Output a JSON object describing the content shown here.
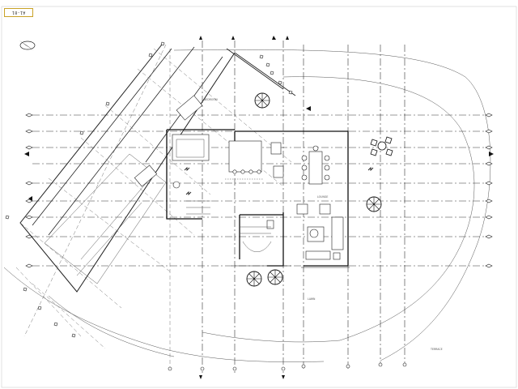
{
  "sheet": {
    "tag_label": "A1-01",
    "accent_color": "#c9a227",
    "line_color": "#222222"
  },
  "room_labels": {
    "upper_room": "BEDROOM",
    "dining_lounge": "LOUNGE",
    "patio_note": "TERRACE",
    "ground_note": "LAWN"
  },
  "icons": [
    "north-arrow-icon",
    "section-marker-icon",
    "tree-icon",
    "chair-icon",
    "table-icon"
  ]
}
